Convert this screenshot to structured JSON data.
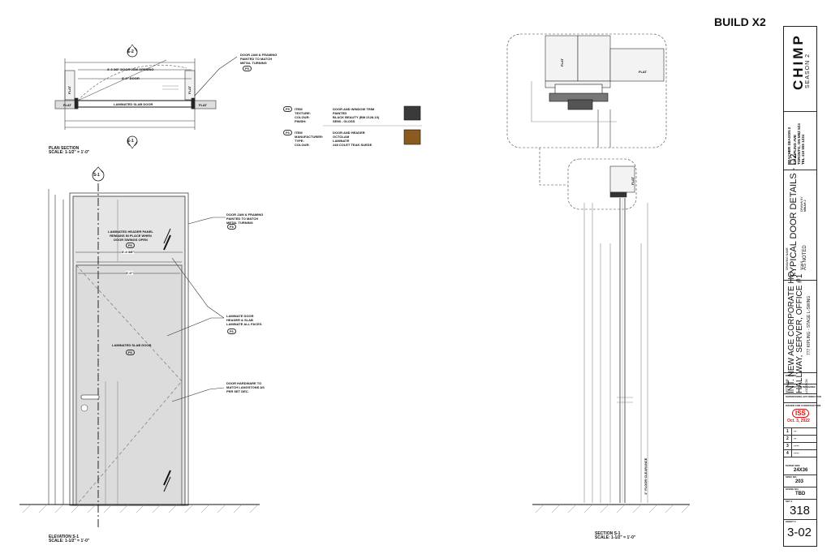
{
  "header": {
    "build": "BUILD X2"
  },
  "plan": {
    "tag_e2": "E-2",
    "tag_e1": "E-1",
    "jamb_note": "DOOR JAM & FRAMING PAINTED TO MATCH METAL TURNING",
    "jamb_tag": "F5",
    "opening": "3'-0 3/8\" DOOR JAM OPENING",
    "door_width": "3'-0\" DOOR",
    "slab_label": "LAMINATED SLAB DOOR",
    "flat_a": "FLAT",
    "flat_b": "FLAT",
    "flat_c": "FLAT",
    "flat_d": "FLAT",
    "title": "PLAN SECTION",
    "scale": "SCALE: 1-1/2\" = 1'-0\""
  },
  "legend": [
    {
      "tag": "F5",
      "rows": [
        [
          "ITEM",
          "DOOR AND WINDOW TRIM"
        ],
        [
          "TEXTURE:",
          "PAINTED"
        ],
        [
          "COLOUR:",
          "BLACK BEAUTY (BM 2128-10)"
        ],
        [
          "FINISH:",
          "SEMI - GLOSS"
        ]
      ],
      "swatch": "#3a3a3c"
    },
    {
      "tag": "F6",
      "rows": [
        [
          "ITEM",
          "DOOR AND HEADER"
        ],
        [
          "MANUFACTURER:",
          "OCTOLAM"
        ],
        [
          "TYPE:",
          "LAMINATE"
        ],
        [
          "COLOUR:",
          "248 COLET TEAK SUEDE"
        ]
      ],
      "swatch": "#8a5a1e"
    }
  ],
  "elevation": {
    "tag": "S-1",
    "header_note": "LAMINATED HEADER PANEL REMAINS IN PLACE WHEN DOOR SWINGS OPEN",
    "header_tag": "F6",
    "slab_label": "LAMINATED SLAB DOOR",
    "slab_tag": "F6",
    "jamb_note": "DOOR JAM & FRAMING PAINTED TO MATCH METAL TURNING",
    "jamb_tag": "F5",
    "laminate_note": "LAMINATE DOOR HEADER & SLAB LAMINATE ALL FACES",
    "laminate_tag": "F6",
    "hardware_note": "DOOR HARDWARE TO MATCH LANGSTONS AS PER SET DEC.",
    "dim_width_a": "3'-0 3/8\"",
    "dim_width_b": "3'-0\"",
    "title": "ELEVATION S-1",
    "scale": "SCALE: 1-1/2\" = 1'-0\""
  },
  "section": {
    "flat_a": "FLAT",
    "flat_b": "FLAT",
    "flat_c": "FLAT",
    "floor_note": "1\" FLOOR CLEARANCE",
    "title": "SECTION S-1",
    "scale": "SCALE: 1-1/2\" = 1'-0\""
  },
  "titleblock": {
    "logo": "CHIMP",
    "season": "SEASON 2",
    "company": "REACHER SEASON 2",
    "address1": "777 KIPLING AVE",
    "address2": "TORONTO, ON M8Z 5Z4",
    "phone": "TEL 416 555 1234",
    "drawing_title": "TYPICAL DOOR DETAILS - D2",
    "drawing_label": "DRAWING NAME",
    "scale_label": "SCALE",
    "scale_value": "AS NOTED",
    "drawn_by": "DRAWN BY",
    "drawn_value": "MIKAH J",
    "set_label": "SET NAME",
    "set_name": "INT. NEW AGE CORPORATE HQ",
    "set_name2": "HALLWAY, SERVER, OFFICE #1",
    "location_label": "LOCATION",
    "location": "777 KIPLING - STAGE L-SWING",
    "episode": "EPISODE",
    "production_designer": "PRODUCTION DESIGNER",
    "art_director": "SUPERVISING ART DIRECTOR",
    "issued": "ISSUED FOR CONSTRUCTION",
    "stamp": "ISS",
    "stamp_date": "Oct. 3, 2022",
    "revisions": [
      "1",
      "2",
      "3",
      "4"
    ],
    "rev_marks": [
      "--",
      "--",
      "----",
      "----"
    ],
    "sheet_size_label": "PAPER SIZE",
    "sheet_size": "24X36",
    "number_label": "SPEC NO.",
    "number": "203",
    "scene_label": "SCENE NO.",
    "scene": "TBD",
    "set_no_label": "SET #",
    "set_no": "318",
    "sheet_label": "SHEET #",
    "sheet_no": "3-02"
  }
}
